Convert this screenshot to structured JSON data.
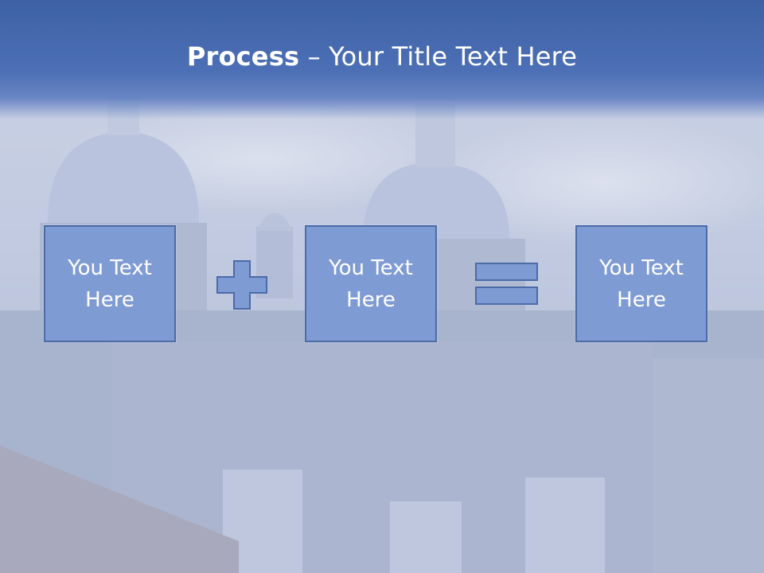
{
  "slide": {
    "title_bold": "Process",
    "title_rest": " – Your Title Text Here",
    "boxes": [
      {
        "text": "You Text Here"
      },
      {
        "text": "You Text Here"
      },
      {
        "text": "You Text Here"
      }
    ],
    "operators": [
      "plus-icon",
      "equals-icon"
    ],
    "colors": {
      "title_band": "#4a6db3",
      "box_fill": "#7f9bd4",
      "box_border": "#4a6aa8",
      "text": "#ffffff"
    },
    "background": "cathedral-domes-photo"
  }
}
